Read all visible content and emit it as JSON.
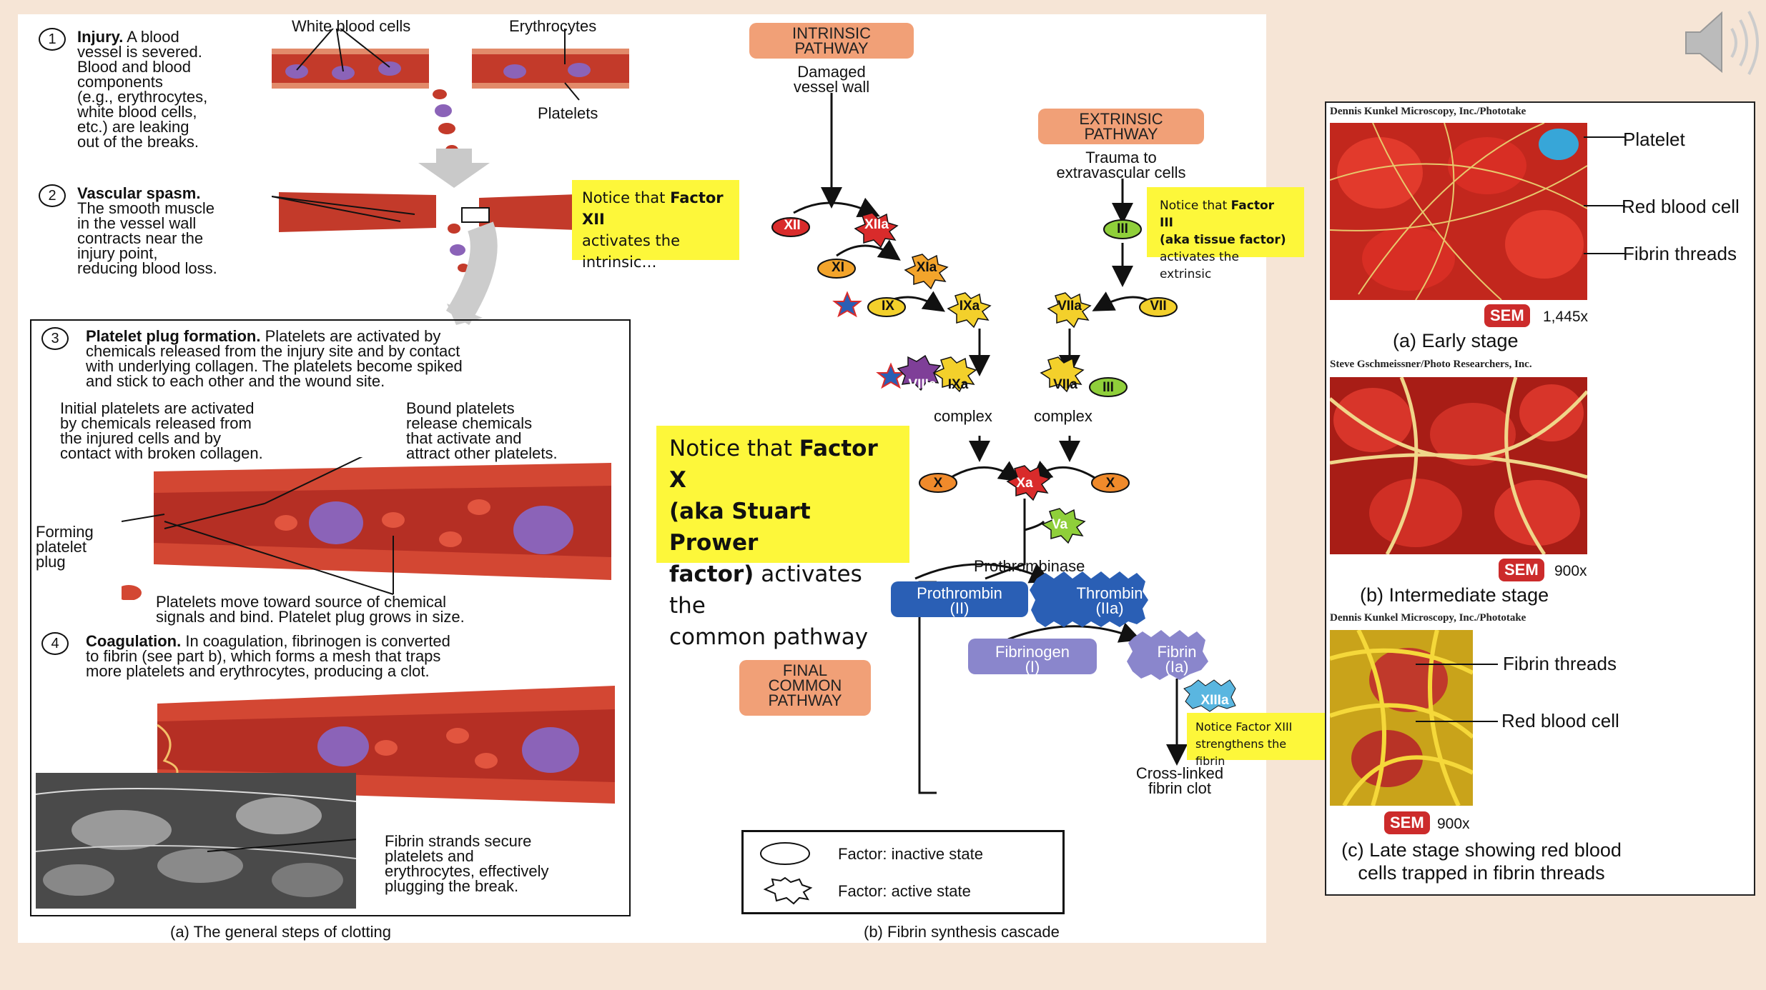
{
  "left": {
    "top_labels": {
      "wbc": "White blood cells",
      "ery": "Erythrocytes",
      "platelets": "Platelets"
    },
    "step1": {
      "num": "1",
      "title": "Injury.",
      "text": " A blood\nvessel is severed.\nBlood and blood\ncomponents\n(e.g., erythrocytes,\nwhite blood cells,\netc.) are leaking\nout of the breaks."
    },
    "step2": {
      "num": "2",
      "title": "Vascular spasm.",
      "text": "\nThe smooth muscle\nin the vessel wall\ncontracts near the\ninjury point,\nreducing blood loss."
    },
    "step3": {
      "num": "3",
      "title": "Platelet plug formation.",
      "text": " Platelets are activated by\nchemicals released from the injury site and by contact\nwith underlying collagen. The platelets become spiked\nand stick to each other and the wound site."
    },
    "initial": "Initial platelets are activated\nby chemicals released from\nthe injured cells and by\ncontact with broken collagen.",
    "bound": "Bound platelets\nrelease chemicals\nthat activate and\nattract other platelets.",
    "forming": "Forming\nplatelet\nplug",
    "move": "Platelets move toward source of chemical\nsignals and bind. Platelet plug grows in size.",
    "step4": {
      "num": "4",
      "title": "Coagulation.",
      "text": " In coagulation, fibrinogen is converted\nto fibrin (see part b), which forms a mesh that traps\nmore platelets and erythrocytes, producing a clot."
    },
    "fibrin_strands": "Fibrin strands secure\nplatelets and\nerythrocytes, effectively\nplugging the break.",
    "caption": "(a) The general steps of clotting"
  },
  "middle": {
    "intrinsic": "INTRINSIC\nPATHWAY",
    "damaged": "Damaged\nvessel wall",
    "extrinsic": "EXTRINSIC\nPATHWAY",
    "trauma": "Trauma to\nextravascular cells",
    "factors": {
      "xii": "XII",
      "xiia": "XIIa",
      "xi": "XI",
      "xia": "XIa",
      "ix": "IX",
      "ixa": "IXa",
      "viia1": "VIIa",
      "vii": "VII",
      "iii": "III",
      "viiia": "VIIIa",
      "ixa2": "IXa",
      "viia2": "VIIa",
      "iii2": "III",
      "x1": "X",
      "xa": "Xa",
      "x2": "X",
      "va": "Va",
      "xiiia": "XIIIa"
    },
    "complex1": "complex",
    "complex2": "complex",
    "prothrombinase": "Prothrombinase",
    "prothrombin": "Prothrombin\n(II)",
    "thrombin": "Thrombin\n(IIa)",
    "fibrinogen": "Fibrinogen\n(I)",
    "fibrin": "Fibrin\n(Ia)",
    "final": "FINAL\nCOMMON\nPATHWAY",
    "crosslinked": "Cross-linked\nfibrin clot",
    "legend_inactive": "Factor: inactive state",
    "legend_active": "Factor: active state",
    "caption": "(b) Fibrin synthesis cascade"
  },
  "notes": {
    "xii": {
      "pre": "Notice that ",
      "bold": "Factor XII",
      "post": "\nactivates the\nintrinsic…"
    },
    "iii": {
      "pre": "Notice that ",
      "bold": "Factor III\n(aka tissue factor)",
      "post": "\nactivates the extrinsic"
    },
    "x": {
      "pre": "Notice that ",
      "bold": "Factor X\n(aka Stuart Prower\nfactor)",
      "post": "  activates the\ncommon pathway"
    },
    "xiii": {
      "text": "Notice Factor XIII\nstrengthens the fibrin"
    }
  },
  "right": {
    "credit1": "Dennis Kunkel Microscopy, Inc./Phototake",
    "platelet": "Platelet",
    "rbc1": "Red blood cell",
    "fibrin1": "Fibrin threads",
    "sem": "SEM",
    "mag1": "1,445x",
    "cap_a": "(a) Early stage",
    "credit2": "Steve Gschmeissner/Photo Researchers, Inc.",
    "mag2": "900x",
    "cap_b": "(b) Intermediate stage",
    "credit3": "Dennis Kunkel Microscopy, Inc./Phototake",
    "fibrin3": "Fibrin threads",
    "rbc3": "Red blood cell",
    "mag3": "900x",
    "cap_c": "(c) Late stage showing red blood\ncells trapped in fibrin threads"
  },
  "colors": {
    "orange": "#f1a077",
    "yellow_note": "#fdf73a",
    "red_factor": "#d92b2b",
    "orange_factor": "#f08a2b",
    "green_factor": "#8fcf3a",
    "yellow_factor": "#f3d02b",
    "purple_factor": "#7f3f98",
    "blue_factor": "#2a5fb5",
    "lavender_factor": "#8a86cc",
    "cyan_factor": "#5ab6e0",
    "sem_red": "#cc2b2b"
  }
}
